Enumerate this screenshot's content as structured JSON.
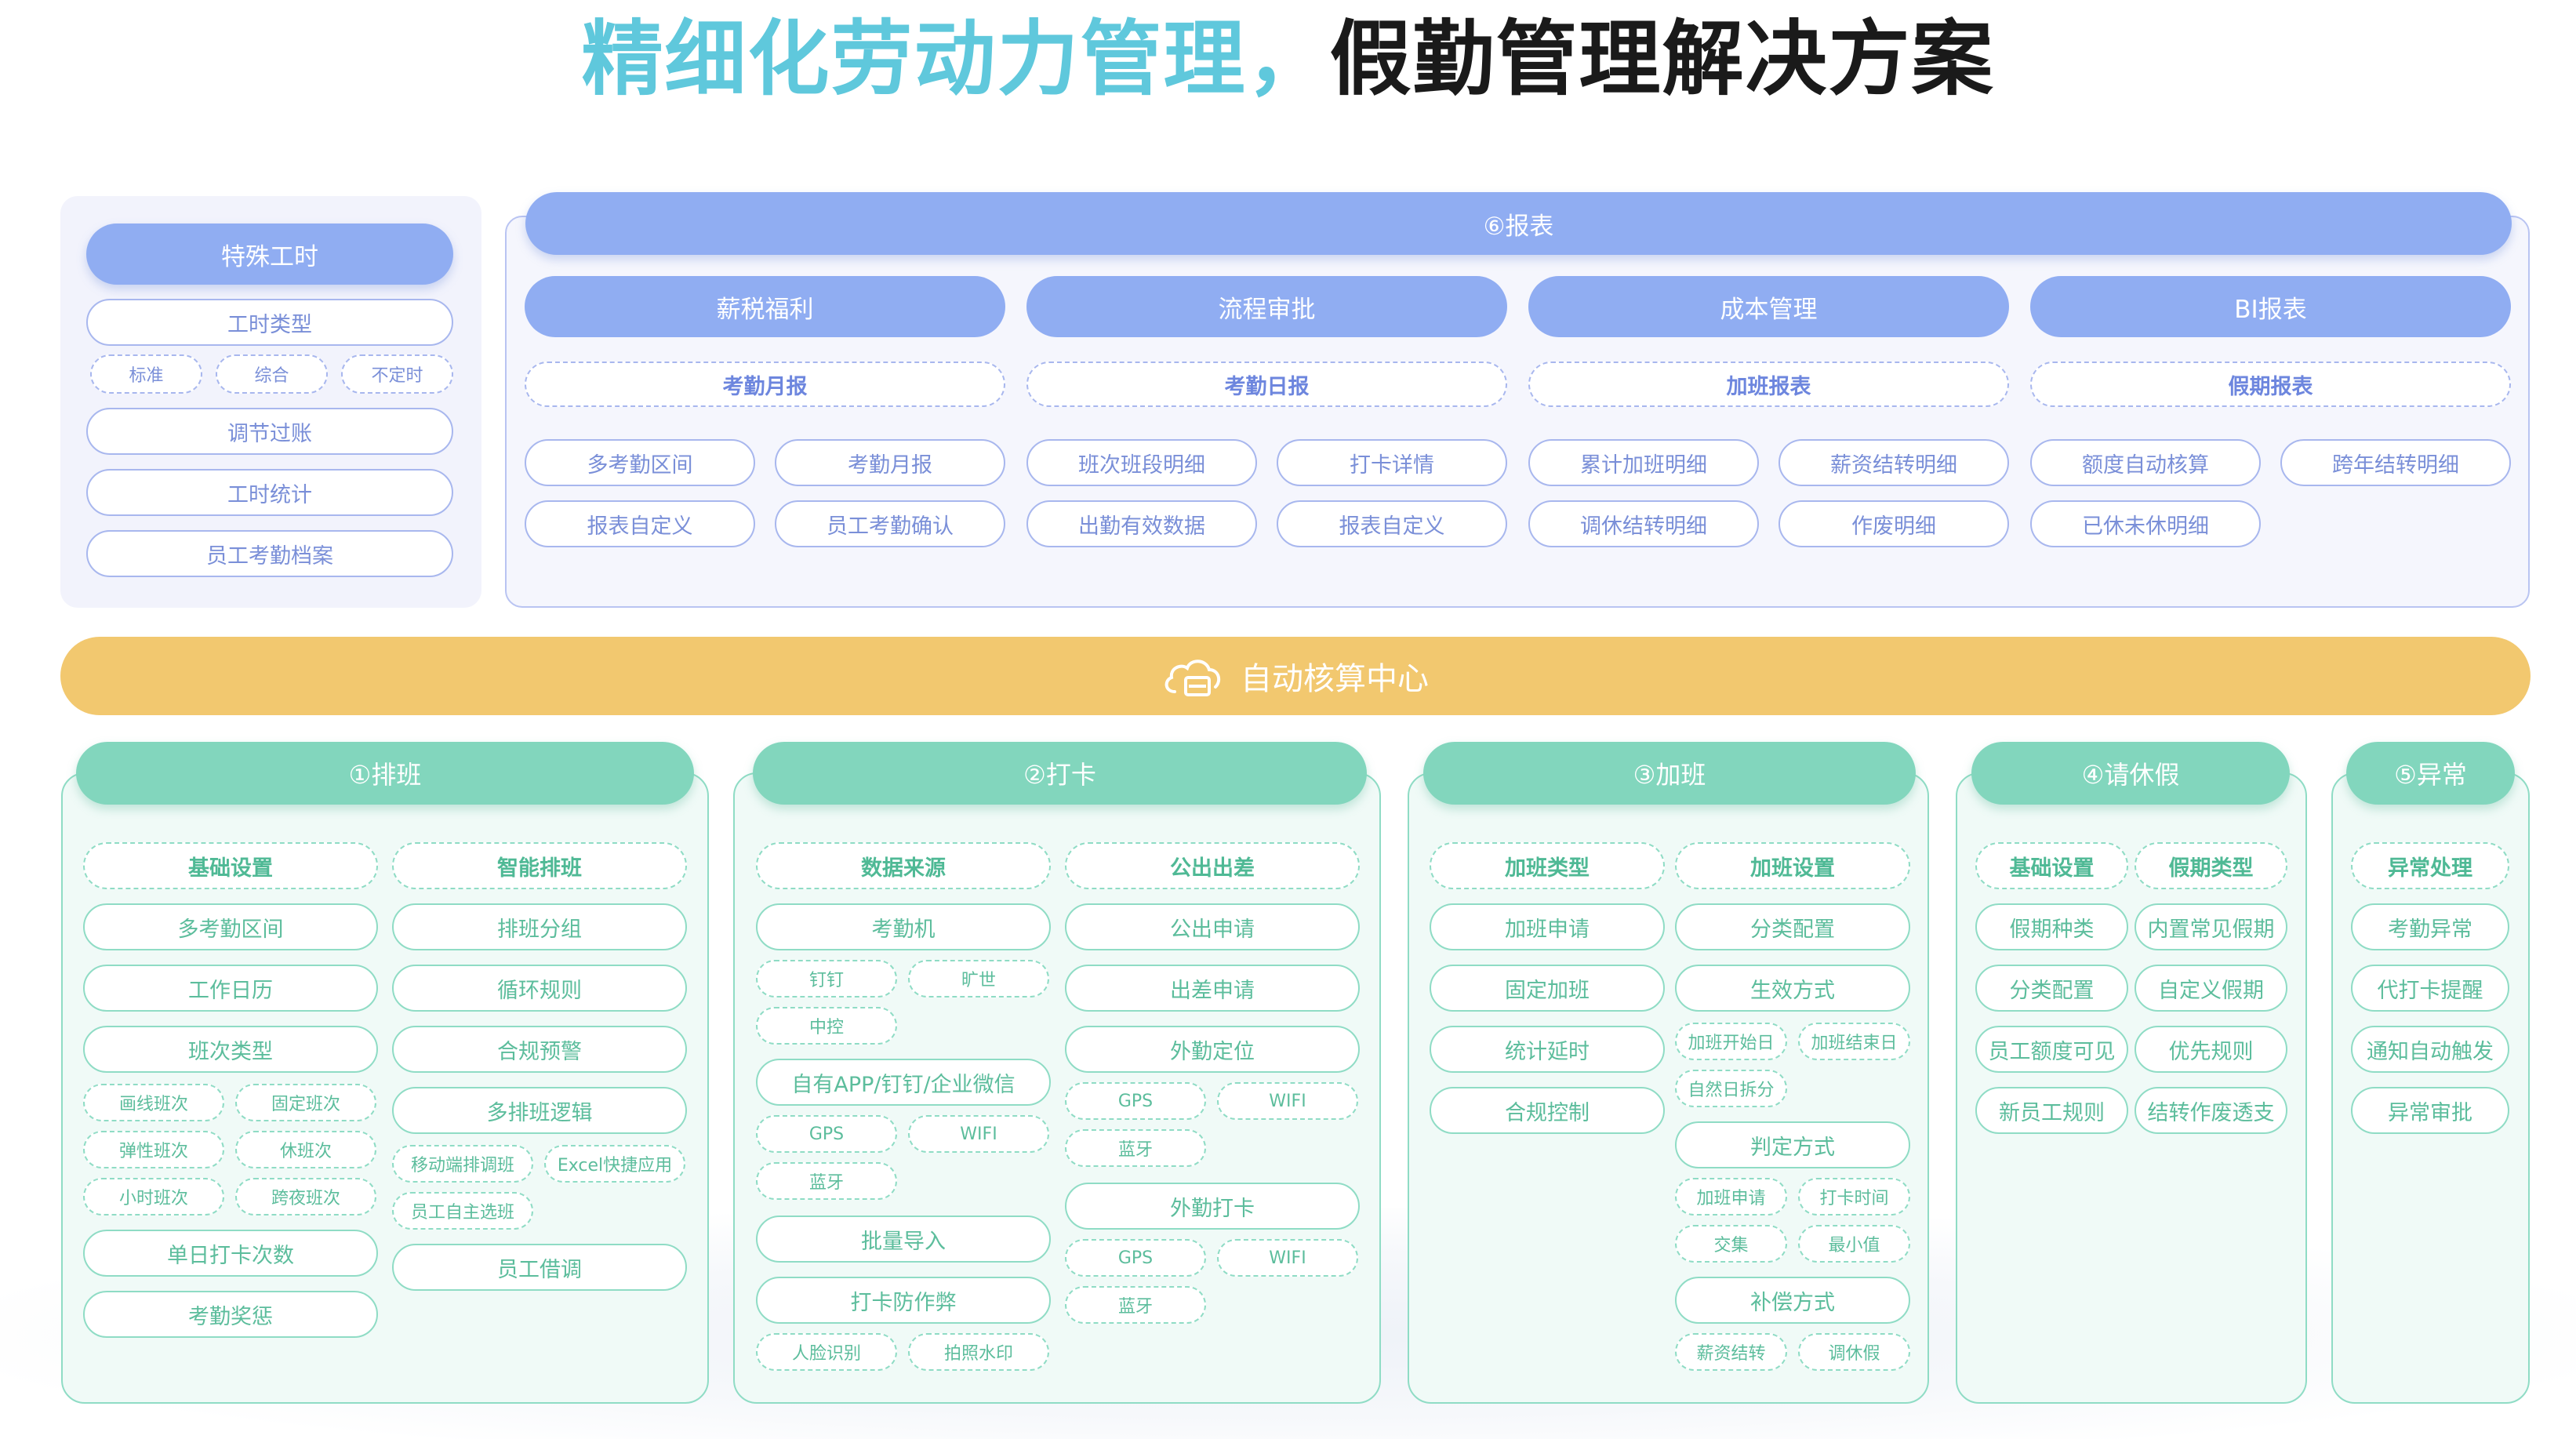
{
  "title": {
    "part1": "精细化劳动力管理，",
    "part2": "假勤管理解决方案"
  },
  "special": {
    "header": "特殊工时",
    "items": [
      "工时类型",
      "调节过账",
      "工时统计",
      "员工考勤档案"
    ],
    "sub": [
      "标准",
      "综合",
      "不定时"
    ]
  },
  "report": {
    "header": "⑥报表",
    "cols": [
      {
        "header": "薪税福利",
        "sub": "考勤月报",
        "items": [
          "多考勤区间",
          "考勤月报",
          "报表自定义",
          "员工考勤确认"
        ]
      },
      {
        "header": "流程审批",
        "sub": "考勤日报",
        "items": [
          "班次班段明细",
          "打卡详情",
          "出勤有效数据",
          "报表自定义"
        ]
      },
      {
        "header": "成本管理",
        "sub": "加班报表",
        "items": [
          "累计加班明细",
          "薪资结转明细",
          "调休结转明细",
          "作废明细"
        ]
      },
      {
        "header": "BI报表",
        "sub": "假期报表",
        "items": [
          "额度自动核算",
          "跨年结转明细",
          "已休未休明细"
        ]
      }
    ]
  },
  "center": {
    "label": "自动核算中心"
  },
  "schedule": {
    "header": "①排班",
    "left": {
      "header": "基础设置",
      "items": [
        "多考勤区间",
        "工作日历",
        "班次类型",
        "单日打卡次数",
        "考勤奖惩"
      ],
      "sub": [
        "画线班次",
        "固定班次",
        "弹性班次",
        "休班次",
        "小时班次",
        "跨夜班次"
      ]
    },
    "right": {
      "header": "智能排班",
      "items": [
        "排班分组",
        "循环规则",
        "合规预警",
        "多排班逻辑",
        "员工借调"
      ],
      "sub": [
        "移动端排调班",
        "Excel快捷应用",
        "员工自主选班"
      ]
    }
  },
  "punch": {
    "header": "②打卡",
    "left": {
      "header": "数据来源",
      "items": [
        "考勤机",
        "自有APP/钉钉/企业微信",
        "批量导入",
        "打卡防作弊"
      ],
      "sub1": [
        "钉钉",
        "旷世",
        "中控"
      ],
      "sub2": [
        "GPS",
        "WIFI",
        "蓝牙"
      ],
      "sub3": [
        "人脸识别",
        "拍照水印"
      ]
    },
    "right": {
      "header": "公出出差",
      "items": [
        "公出申请",
        "出差申请",
        "外勤定位",
        "外勤打卡"
      ],
      "sub1": [
        "GPS",
        "WIFI",
        "蓝牙"
      ],
      "sub2": [
        "GPS",
        "WIFI",
        "蓝牙"
      ]
    }
  },
  "overtime": {
    "header": "③加班",
    "left": {
      "header": "加班类型",
      "items": [
        "加班申请",
        "固定加班",
        "统计延时",
        "合规控制"
      ]
    },
    "right": {
      "header": "加班设置",
      "items": [
        "分类配置",
        "生效方式",
        "判定方式",
        "补偿方式"
      ],
      "sub1": [
        "加班开始日",
        "加班结束日",
        "自然日拆分"
      ],
      "sub2": [
        "加班申请",
        "打卡时间",
        "交集",
        "最小值"
      ],
      "sub3": [
        "薪资结转",
        "调休假"
      ]
    }
  },
  "leave": {
    "header": "④请休假",
    "left": {
      "header": "基础设置",
      "items": [
        "假期种类",
        "分类配置",
        "员工额度可见",
        "新员工规则"
      ]
    },
    "right": {
      "header": "假期类型",
      "items": [
        "内置常见假期",
        "自定义假期",
        "优先规则",
        "结转作废透支"
      ]
    }
  },
  "abnormal": {
    "header": "⑤异常",
    "sub": "异常处理",
    "items": [
      "考勤异常",
      "代打卡提醒",
      "通知自动触发",
      "异常审批"
    ]
  }
}
